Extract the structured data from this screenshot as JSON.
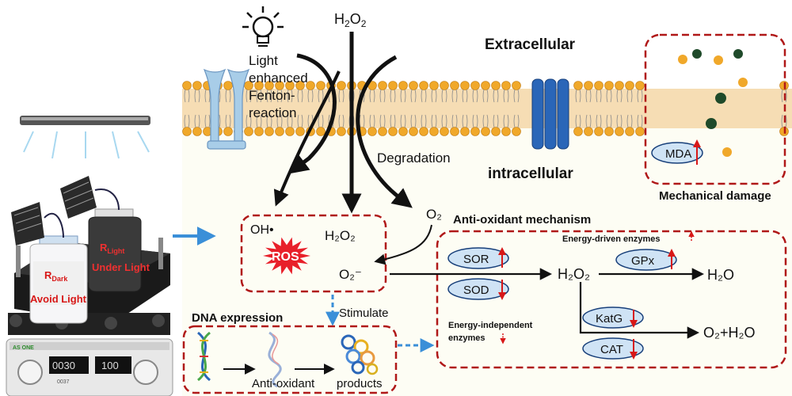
{
  "inputs": {
    "h2o2": "H",
    "h2o2_sub": "2",
    "h2o2_o": "O",
    "h2o2_sub2": "2"
  },
  "lamp_text": {
    "line1": "Light",
    "line2": "enhanced",
    "line3": "Fenton-",
    "line4": "reaction"
  },
  "membrane": {
    "extracellular": "Extracellular",
    "intracellular": "intracellular",
    "degradation": "Degradation"
  },
  "damage": {
    "mda": "MDA",
    "title": "Mechanical damage"
  },
  "ros_box": {
    "oh": "OH•",
    "ros": "ROS",
    "h2o2": "H₂O₂",
    "o2minus": "O₂⁻",
    "o2": "O₂"
  },
  "bottles": {
    "r_dark": "R",
    "r_dark_sub": "Dark",
    "avoid_light": "Avoid Light",
    "r_light": "R",
    "r_light_sub": "Light",
    "under_light": "Under Light"
  },
  "device": {
    "display_left": "0030",
    "display_right": "100",
    "small_left": "0037",
    "brand": "AS ONE"
  },
  "dna_box": {
    "title": "DNA expression",
    "stimulate": "Stimulate",
    "anti_oxidant": "Anti-oxidant",
    "products": "products"
  },
  "mechanism": {
    "title": "Anti-oxidant mechanism",
    "energy_driven": "Energy-driven enzymes",
    "energy_independent_1": "Energy-independent",
    "energy_independent_2": "enzymes",
    "sor": "SOR",
    "sod": "SOD",
    "h2o2": "H₂O₂",
    "gpx": "GPx",
    "h2o": "H₂O",
    "katg": "KatG",
    "cat": "CAT",
    "o2h2o": "O₂+H₂O"
  },
  "colors": {
    "dashed_red": "#b01818",
    "ros_star": "#e8202a",
    "enzyme_fill": "#cfe3f5",
    "blue_arrow": "#3a8fd8",
    "membrane_band": "#f6ddb4",
    "lipid_head": "#f0a82a",
    "channel_blue": "#2a66b8"
  }
}
